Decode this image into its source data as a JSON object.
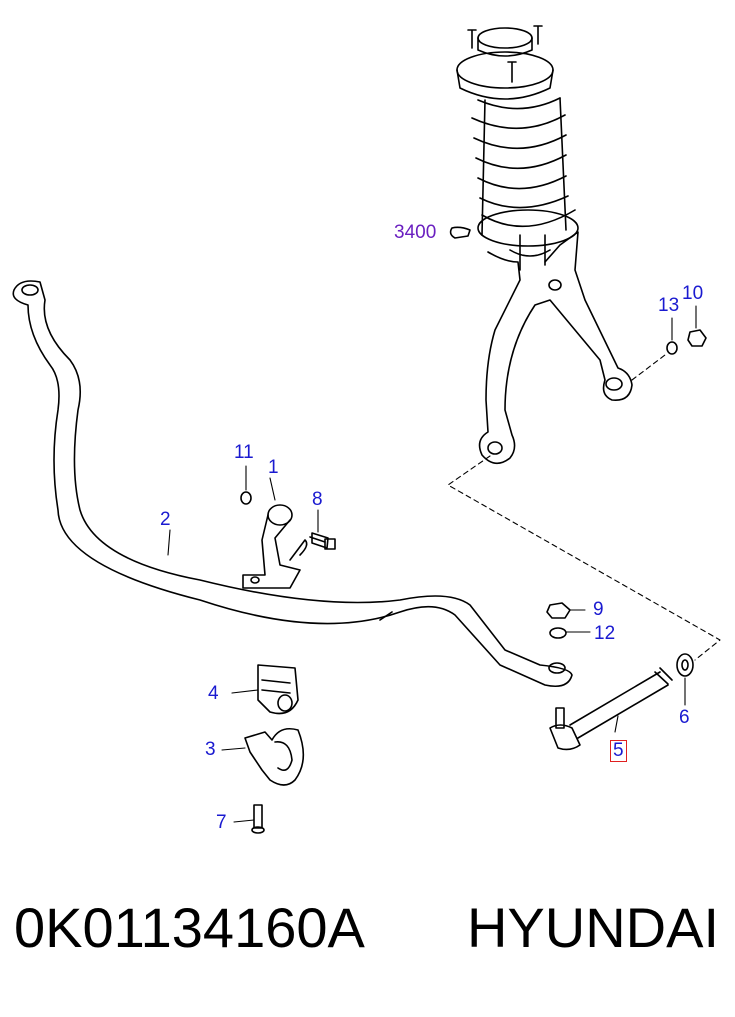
{
  "callouts": {
    "c1": "1",
    "c2": "2",
    "c3": "3",
    "c4": "4",
    "c5": "5",
    "c6": "6",
    "c7": "7",
    "c8": "8",
    "c9": "9",
    "c10": "10",
    "c11": "11",
    "c12": "12",
    "c13": "13",
    "c3400": "3400"
  },
  "caption": {
    "part_number": "0K01134160A",
    "brand": "HYUNDAI"
  },
  "colors": {
    "callout": "#1a1ad0",
    "reference_callout": "#6a1fc0",
    "highlight_box": "#e02020",
    "line_art": "#000000"
  },
  "highlighted_part": "5"
}
